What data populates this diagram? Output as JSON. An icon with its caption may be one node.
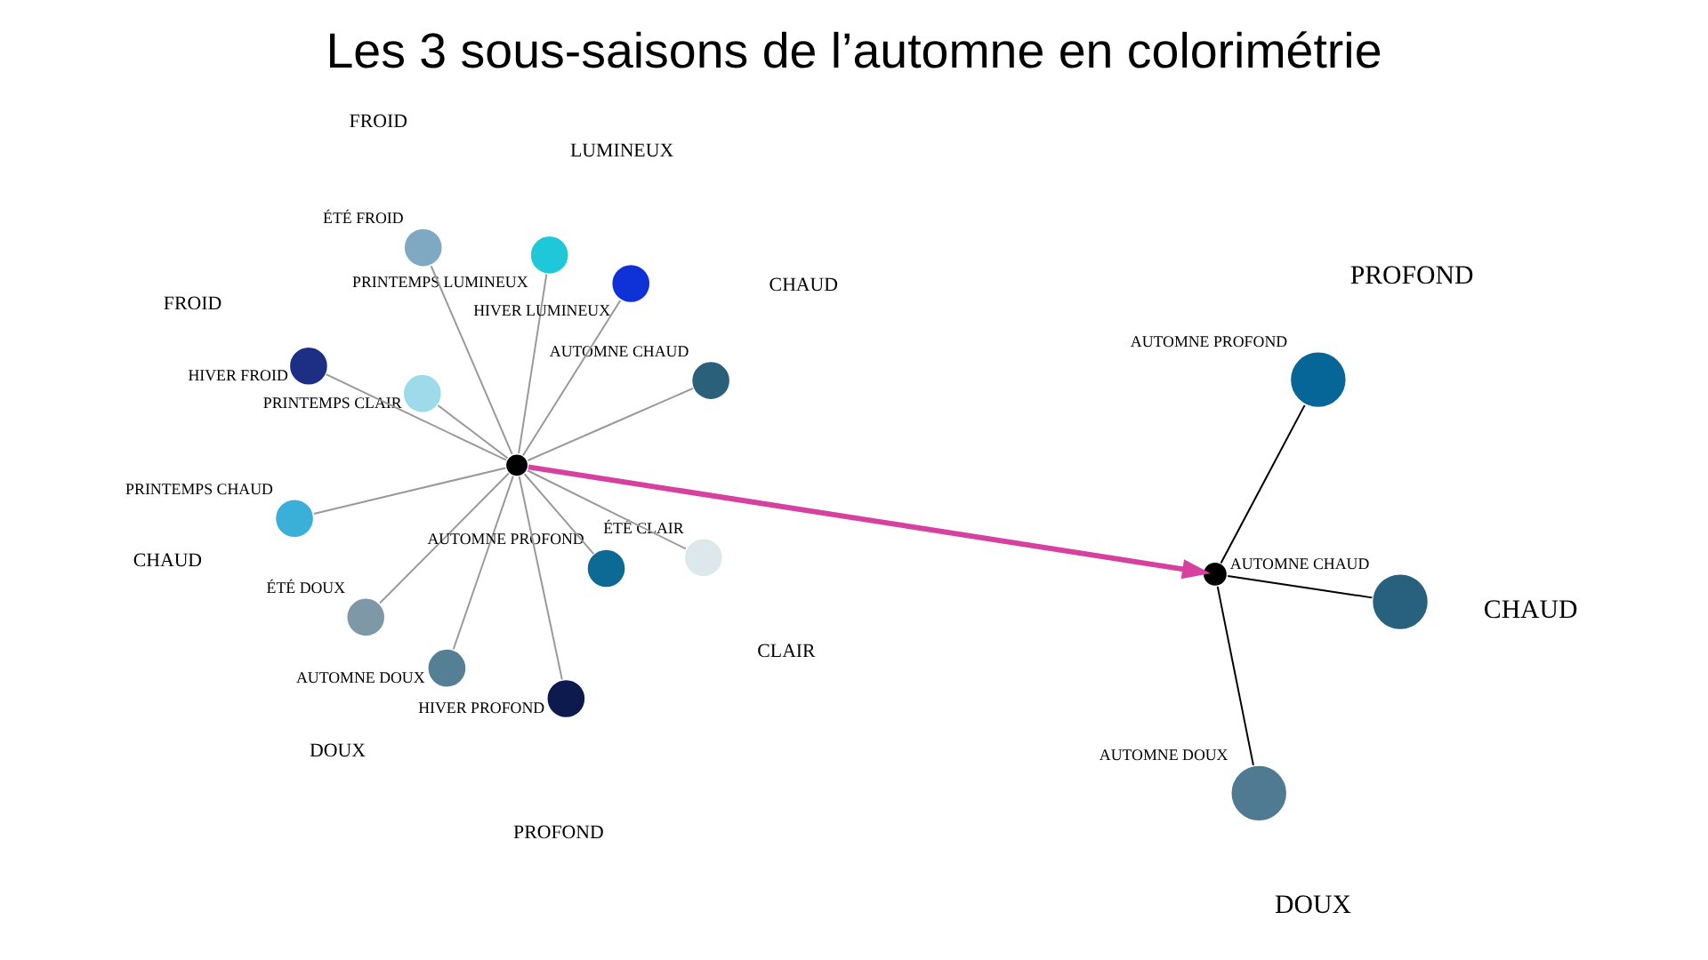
{
  "diagram": {
    "title": "Les 3 sous-saisons de l’automne en colorimétrie",
    "nodes": [
      {
        "text": [],
        "shape": "circle"
      },
      {
        "text": [],
        "shape": "circle",
        "beside": [
          "PRINTEMPS LUMINEUX"
        ]
      },
      {
        "text": [],
        "shape": "circle",
        "beside": [
          "PRINTEMPS CHAUD"
        ]
      },
      {
        "text": [],
        "shape": "circle",
        "beside": [
          "PRINTEMPS CLAIR"
        ]
      },
      {
        "text": [],
        "shape": "circle",
        "beside": [
          "ÉTÉ CLAIR"
        ]
      },
      {
        "text": [],
        "shape": "circle",
        "beside": [
          "ÉTÉ FROID"
        ]
      },
      {
        "text": [],
        "shape": "circle",
        "beside": [
          "ÉTÉ DOUX"
        ]
      },
      {
        "text": [],
        "shape": "circle",
        "beside": [
          "AUTOMNE DOUX"
        ]
      },
      {
        "text": [],
        "shape": "circle",
        "beside": [
          "AUTOMNE CHAUD"
        ]
      },
      {
        "text": [],
        "shape": "circle",
        "beside": [
          "AUTOMNE PROFOND"
        ]
      },
      {
        "text": [],
        "shape": "circle",
        "beside": [
          "HIVER PROFOND"
        ]
      },
      {
        "text": [],
        "shape": "circle",
        "beside": [
          "HIVER FROID"
        ]
      },
      {
        "text": [],
        "shape": "circle",
        "beside": [
          "HIVER LUMINEUX"
        ]
      },
      {
        "text": [],
        "shape": "circle"
      },
      {
        "text": [],
        "shape": "circle",
        "beside": [
          "AUTOMNE PROFOND"
        ]
      },
      {
        "text": [],
        "shape": "circle",
        "beside": [
          "AUTOMNE CHAUD"
        ]
      },
      {
        "text": [],
        "shape": "circle",
        "beside": [
          "AUTOMNE DOUX"
        ]
      }
    ],
    "edges": [
      {
        "from": 0,
        "to": 1,
        "arrow": "none"
      },
      {
        "from": 0,
        "to": 2,
        "arrow": "none"
      },
      {
        "from": 0,
        "to": 3,
        "arrow": "none"
      },
      {
        "from": 0,
        "to": 4,
        "arrow": "none"
      },
      {
        "from": 0,
        "to": 5,
        "arrow": "none"
      },
      {
        "from": 0,
        "to": 6,
        "arrow": "none"
      },
      {
        "from": 0,
        "to": 7,
        "arrow": "none"
      },
      {
        "from": 0,
        "to": 8,
        "arrow": "none"
      },
      {
        "from": 0,
        "to": 9,
        "arrow": "none"
      },
      {
        "from": 0,
        "to": 10,
        "arrow": "none"
      },
      {
        "from": 0,
        "to": 11,
        "arrow": "none"
      },
      {
        "from": 0,
        "to": 12,
        "arrow": "none"
      },
      {
        "from": 0,
        "to": 13,
        "arrow": "to",
        "style": "thick",
        "color": "#d6409f"
      },
      {
        "from": 13,
        "to": 14,
        "arrow": "none",
        "color": "#000000"
      },
      {
        "from": 13,
        "to": 15,
        "arrow": "none",
        "color": "#000000"
      },
      {
        "from": 13,
        "to": 16,
        "arrow": "none",
        "color": "#000000"
      }
    ],
    "labels": [
      "LUMINEUX",
      "CHAUD",
      "FROID",
      "CLAIR",
      "PROFOND",
      "FROID",
      "CHAUD",
      "DOUX",
      "PROFOND",
      "CHAUD",
      "DOUX"
    ]
  }
}
